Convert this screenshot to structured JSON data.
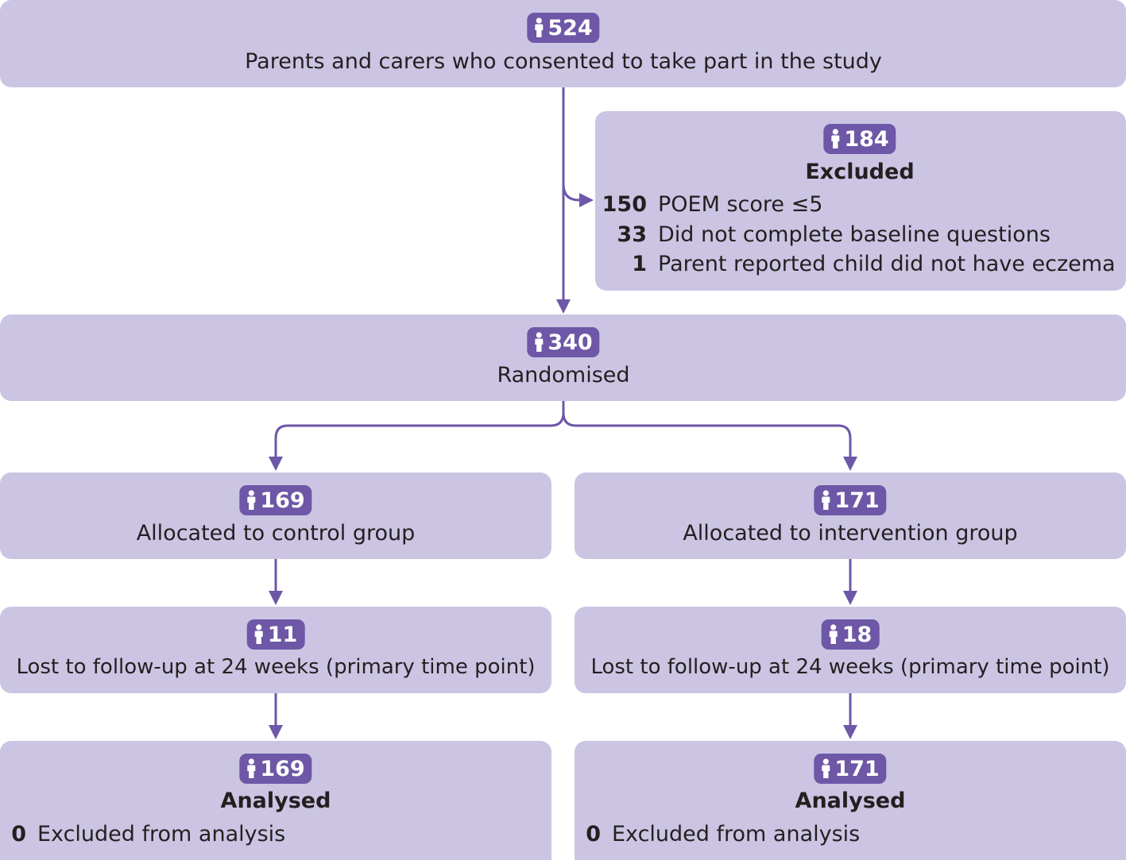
{
  "consented": {
    "count": "524",
    "label": "Parents and carers who consented to take part in the study"
  },
  "excluded": {
    "count": "184",
    "title": "Excluded",
    "reasons": [
      {
        "n": "150",
        "text": "POEM score ≤5"
      },
      {
        "n": "33",
        "text": "Did not complete baseline questions"
      },
      {
        "n": "1",
        "text": "Parent reported child did not have eczema"
      }
    ]
  },
  "randomised": {
    "count": "340",
    "label": "Randomised"
  },
  "control": {
    "allocated": {
      "count": "169",
      "label": "Allocated to control group"
    },
    "lost": {
      "count": "11",
      "label": "Lost to follow-up at 24 weeks (primary time point)"
    },
    "analysed": {
      "count": "169",
      "title": "Analysed",
      "excluded_n": "0",
      "excluded_text": "Excluded from analysis"
    }
  },
  "intervention": {
    "allocated": {
      "count": "171",
      "label": "Allocated to intervention group"
    },
    "lost": {
      "count": "18",
      "label": "Lost to follow-up at 24 weeks (primary time point)"
    },
    "analysed": {
      "count": "171",
      "title": "Analysed",
      "excluded_n": "0",
      "excluded_text": "Excluded from analysis"
    }
  },
  "colors": {
    "box": "#cbc5e3",
    "accent": "#6d57a6",
    "text": "#231f20"
  },
  "icons": {
    "badge": "person-icon"
  }
}
